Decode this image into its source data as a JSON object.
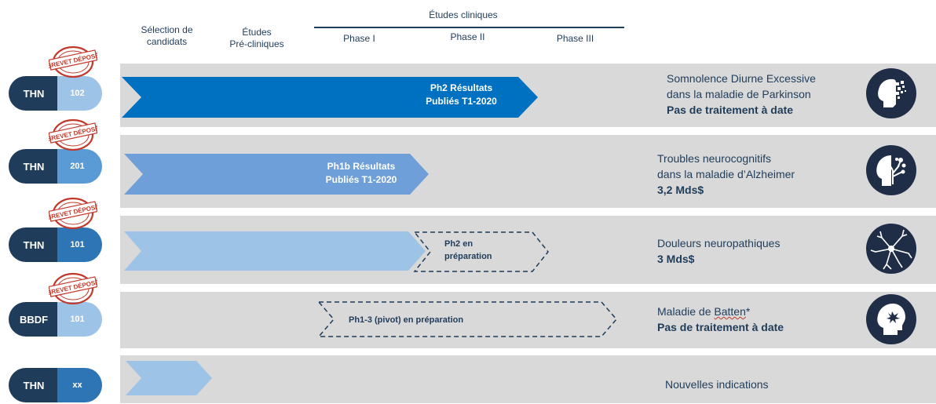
{
  "headers": {
    "etudes_cliniques": "Études cliniques",
    "selection": [
      "Sélection de",
      "candidats"
    ],
    "preclinique": [
      "Études",
      "Pré-cliniques"
    ],
    "phase1": "Phase I",
    "phase2": "Phase  II",
    "phase3": "Phase III"
  },
  "stamp_text": "BREVET DÉPOSÉ",
  "rows": [
    {
      "compound_prefix": "THN",
      "compound_code": "102",
      "patent": true,
      "progress_label": [
        "Ph2 Résultats",
        "Publiés T1-2020"
      ],
      "indication": [
        "Somnolence Diurne Excessive",
        "dans la maladie de Parkinson"
      ],
      "indication_bold": "Pas de traitement à date",
      "icon": "head-pixel-icon"
    },
    {
      "compound_prefix": "THN",
      "compound_code": "201",
      "patent": true,
      "progress_label": [
        "Ph1b Résultats",
        "Publiés T1-2020"
      ],
      "indication": [
        "Troubles neurocognitifs",
        "dans la maladie d’Alzheimer"
      ],
      "indication_bold": "3,2 Mds$",
      "icon": "head-tree-icon"
    },
    {
      "compound_prefix": "THN",
      "compound_code": "101",
      "patent": true,
      "planned_label": [
        "Ph2 en",
        "préparation"
      ],
      "indication": [
        "Douleurs neuropathiques"
      ],
      "indication_bold": "3 Mds$",
      "icon": "neuron-icon"
    },
    {
      "compound_prefix": "BBDF",
      "compound_code": "101",
      "patent": true,
      "planned_label": [
        "Ph1-3 (pivot) en préparation"
      ],
      "indication_pre": "Maladie de ",
      "indication_underlined": "Batten",
      "indication_post": "*",
      "indication_bold": "Pas de traitement à date",
      "icon": "head-spot-icon"
    },
    {
      "compound_prefix": "THN",
      "compound_code": "xx",
      "patent": false,
      "indication": [
        "Nouvelles indications"
      ]
    }
  ],
  "colors": {
    "navy": "#1f3c5a",
    "code_light": "#9dc3e6",
    "code_mid": "#5b9bd5",
    "code_dark": "#2e75b6",
    "arrow_dark": "#0070c0",
    "arrow_mid": "#6f9fd8",
    "arrow_light": "#9dc3e6",
    "stamp_red": "#c0392b",
    "row_grey": "#d9d9d9"
  }
}
